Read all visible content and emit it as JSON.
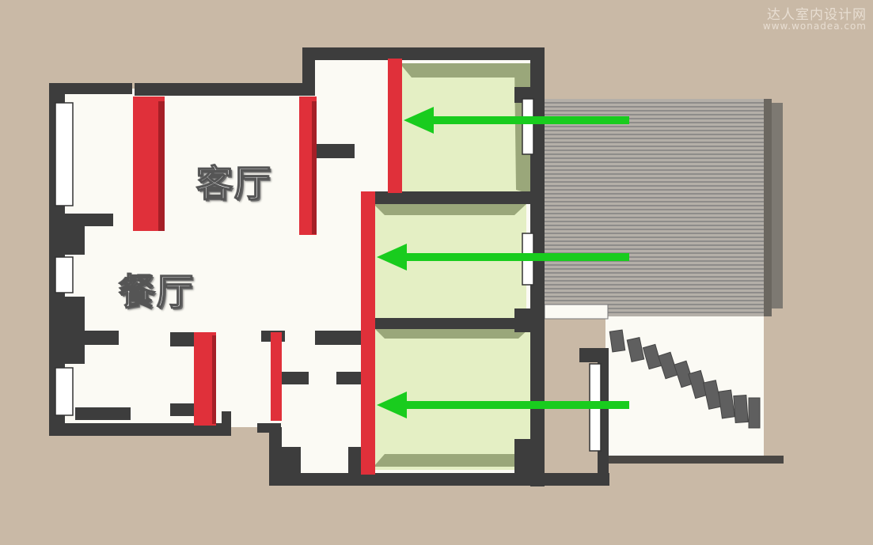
{
  "diagram": {
    "rooms": [
      {
        "id": "living-room",
        "label": "客厅"
      },
      {
        "id": "dining-room",
        "label": "餐厅"
      }
    ],
    "arrows": [
      {
        "id": "arrow-top",
        "direction": "left"
      },
      {
        "id": "arrow-middle",
        "direction": "left"
      },
      {
        "id": "arrow-bottom",
        "direction": "left"
      }
    ]
  },
  "watermark": {
    "title": "达人室内设计网",
    "url": "www.wonadea.com"
  },
  "colors": {
    "background": "#c9b9a6",
    "floor": "#fbfaf4",
    "wall": "#3c3c3c",
    "highlight_wall": "#e0303a",
    "green_room": "#e6f0c8",
    "arrow": "#19cc1e",
    "deck": "#8e8a84"
  }
}
